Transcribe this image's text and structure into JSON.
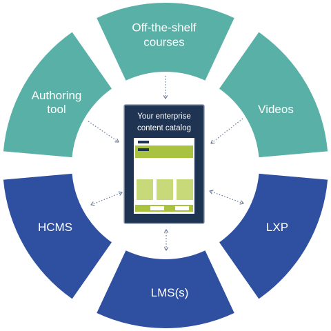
{
  "diagram": {
    "segments": [
      {
        "id": "off-the-shelf",
        "lines": [
          "Off-the-shelf",
          "courses"
        ],
        "color": "#58b0a6"
      },
      {
        "id": "videos",
        "lines": [
          "Videos"
        ],
        "color": "#58b0a6"
      },
      {
        "id": "lxp",
        "lines": [
          "LXP"
        ],
        "color": "#2f4fa0"
      },
      {
        "id": "lms",
        "lines": [
          "LMS(s)"
        ],
        "color": "#2f4fa0"
      },
      {
        "id": "hcms",
        "lines": [
          "HCMS"
        ],
        "color": "#2f4fa0"
      },
      {
        "id": "authoring",
        "lines": [
          "Authoring",
          "tool"
        ],
        "color": "#58b0a6"
      }
    ],
    "center": {
      "title_lines": [
        "Your enterprise",
        "content catalog"
      ],
      "colors": {
        "frame": "#1f3352",
        "accent": "#a9c23f",
        "accent_light": "#c8d97a",
        "dark_bar": "#1f3352",
        "screen": "#ffffff"
      }
    },
    "connections": [
      {
        "segment": "off-the-shelf",
        "direction": "to-center"
      },
      {
        "segment": "videos",
        "direction": "to-center"
      },
      {
        "segment": "lxp",
        "direction": "both"
      },
      {
        "segment": "lms",
        "direction": "both"
      },
      {
        "segment": "hcms",
        "direction": "both"
      },
      {
        "segment": "authoring",
        "direction": "to-center"
      }
    ]
  }
}
